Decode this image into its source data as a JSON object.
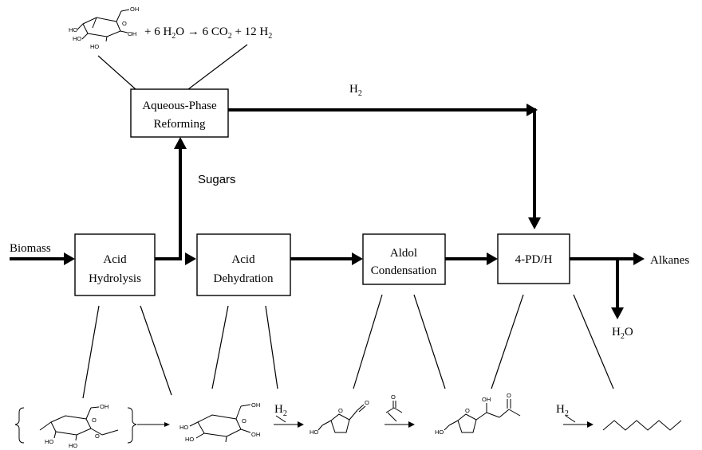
{
  "equation": {
    "prefix": "+ 6 H",
    "sub1": "2",
    "mid1": "O → 6 CO",
    "sub2": "2",
    "mid2": " + 12 H",
    "sub3": "2"
  },
  "boxes": {
    "aqueous_phase_reforming": [
      "Aqueous-Phase",
      "Reforming"
    ],
    "acid_hydrolysis": [
      "Acid",
      "Hydrolysis"
    ],
    "acid_dehydration": [
      "Acid",
      "Dehydration"
    ],
    "aldol_condensation": [
      "Aldol",
      "Condensation"
    ],
    "pd_h": "4-PD/H"
  },
  "flow_labels": {
    "biomass": "Biomass",
    "sugars": "Sugars",
    "alkanes": "Alkanes",
    "hydrogen": {
      "main": "H",
      "sub": "2"
    },
    "water": {
      "main": "H",
      "sub": "2",
      "tail": "O"
    }
  },
  "reaction_labels": {
    "h2_step1": {
      "main": "H",
      "sub": "2"
    },
    "h2_step2": {
      "main": "H",
      "sub": "2"
    }
  },
  "chem_labels": {
    "ho": "HO",
    "oh": "OH",
    "o": "O"
  }
}
